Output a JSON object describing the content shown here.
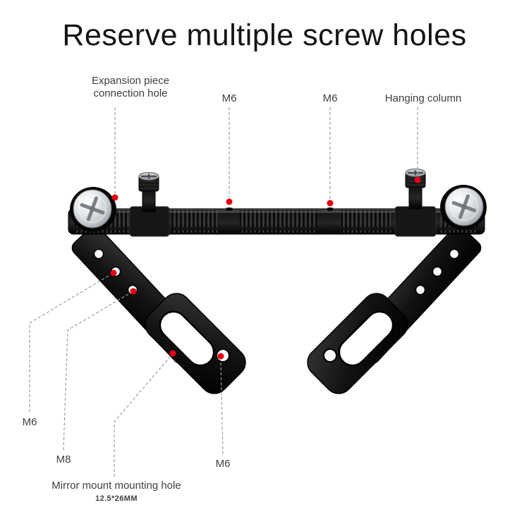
{
  "title": "Reserve multiple screw holes",
  "labels": {
    "expansion": {
      "line1": "Expansion piece",
      "line2": "connection hole"
    },
    "m6_top_left": "M6",
    "m6_top_right": "M6",
    "hanging_column": "Hanging column",
    "m6_bottom_left": "M6",
    "m8": "M8",
    "m6_bottom_center": "M6",
    "mirror_mount": "Mirror mount mounting hole",
    "mirror_mount_size": "12.5*26MM"
  },
  "colors": {
    "marker": "#e60012",
    "leader_line": "#9b9b9b",
    "label_text": "#3f3f3f",
    "title_text": "#141414"
  }
}
